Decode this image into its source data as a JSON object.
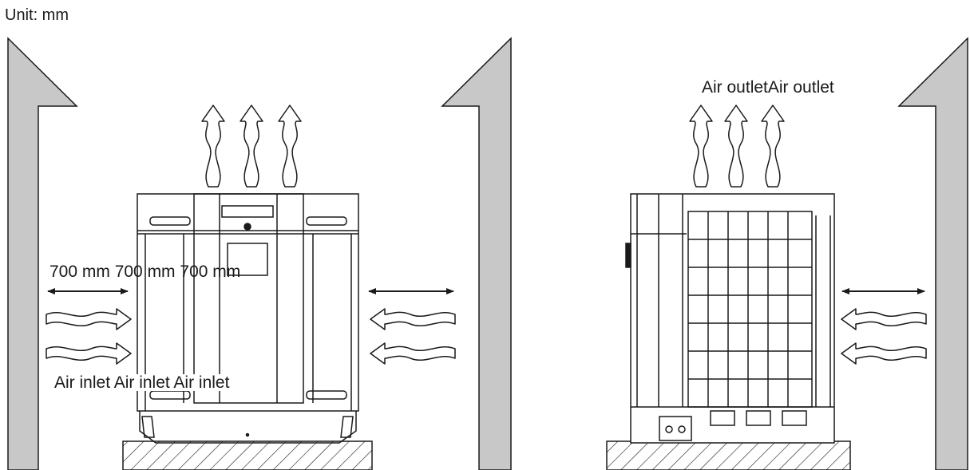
{
  "unit_label": "Unit: mm",
  "clearance_label": "700 mm 700 mm 700 mm",
  "inlet_label": "Air inlet Air inlet Air inlet",
  "outlet_label": "Air outletAir outlet",
  "colors": {
    "wall_fill": "#c8c8c8",
    "line": "#1a1a1a",
    "background": "#ffffff"
  }
}
